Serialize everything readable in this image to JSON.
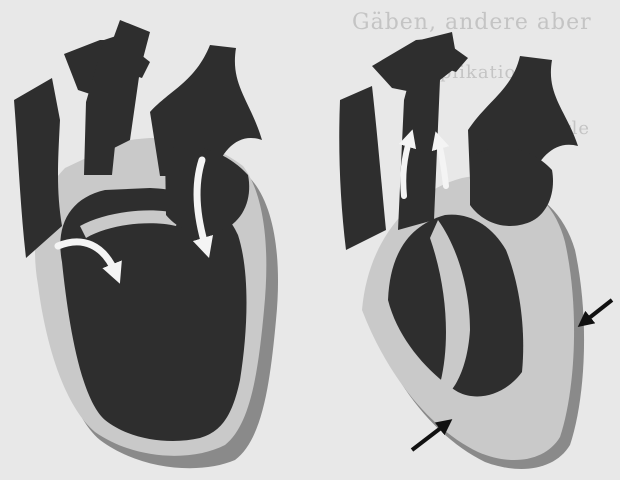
{
  "figure": {
    "panels": [
      {
        "id": "diastole-heart",
        "flow_arrows": 2
      },
      {
        "id": "systole-heart",
        "flow_arrows": 2,
        "pointer_arrows": 2
      }
    ],
    "colors": {
      "background": "#e8e8e8",
      "chamber_dark": "#2e2e2e",
      "wall_light": "#c9c9c9",
      "shadow": "#8a8a8a",
      "arrow_white": "#f4f4f4",
      "pointer_black": "#111111"
    },
    "background_text": {
      "line1": "Gäben, andere aber",
      "line2": "Komplikatio",
      "line3": "Verle"
    }
  }
}
